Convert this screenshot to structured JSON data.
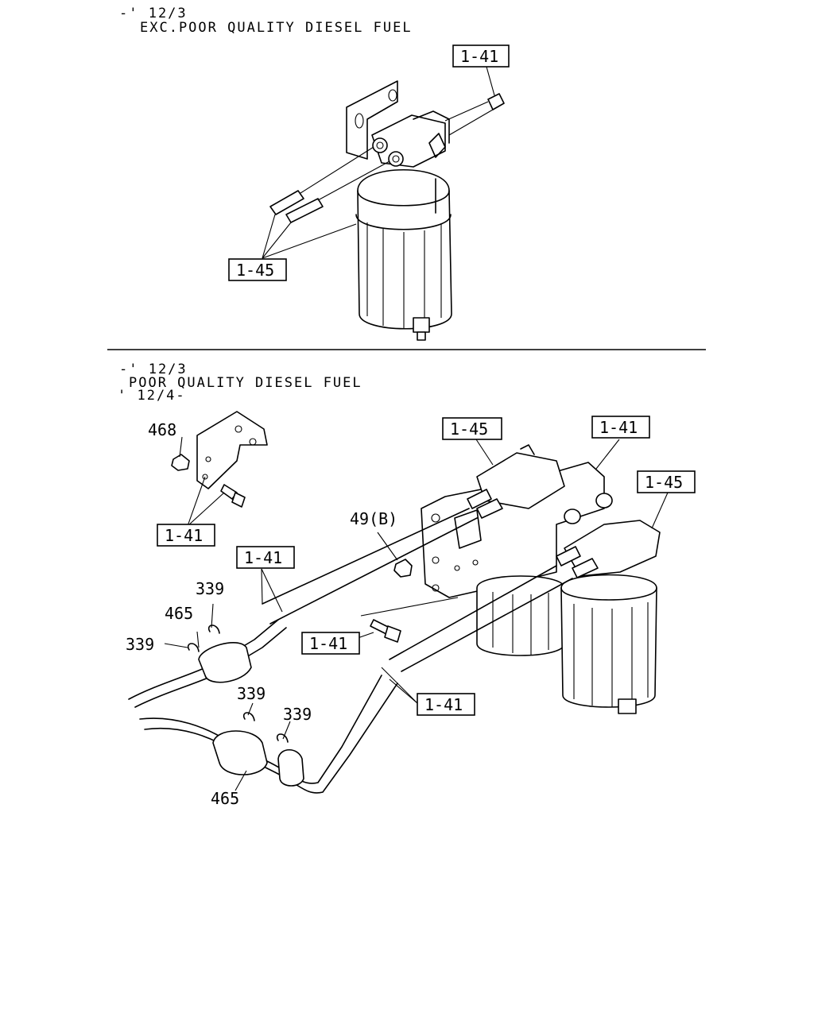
{
  "top_section": {
    "date_code": "-' 12/3",
    "condition": "EXC.POOR QUALITY DIESEL FUEL",
    "callouts": [
      "1-41",
      "1-45"
    ]
  },
  "bottom_section": {
    "date_code": "-' 12/3",
    "condition": "POOR QUALITY DIESEL FUEL",
    "date_code_2": "' 12/4-",
    "callouts": {
      "c468": "468",
      "c1_41_bracket": "1-41",
      "c1_41_tube": "1-41",
      "c339_a": "339",
      "c465_a": "465",
      "c339_b": "339",
      "c339_c": "339",
      "c339_d": "339",
      "c465_b": "465",
      "c49b": "49(B)",
      "c1_41_bolt": "1-41",
      "c1_41_lower": "1-41",
      "c1_45_left": "1-45",
      "c1_41_right": "1-41",
      "c1_45_right": "1-45"
    }
  }
}
